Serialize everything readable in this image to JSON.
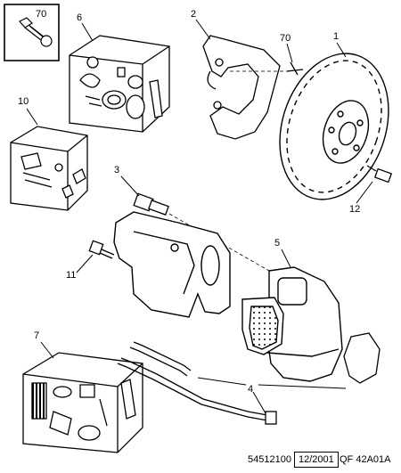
{
  "callouts": {
    "c70_box": "70",
    "c6": "6",
    "c2": "2",
    "c70": "70",
    "c1": "1",
    "c10": "10",
    "c3": "3",
    "c12": "12",
    "c5": "5",
    "c11": "11",
    "c7": "7",
    "c4": "4"
  },
  "footer": {
    "ref": "54512100",
    "date": "12/2001",
    "code": "QF 42A01A"
  }
}
